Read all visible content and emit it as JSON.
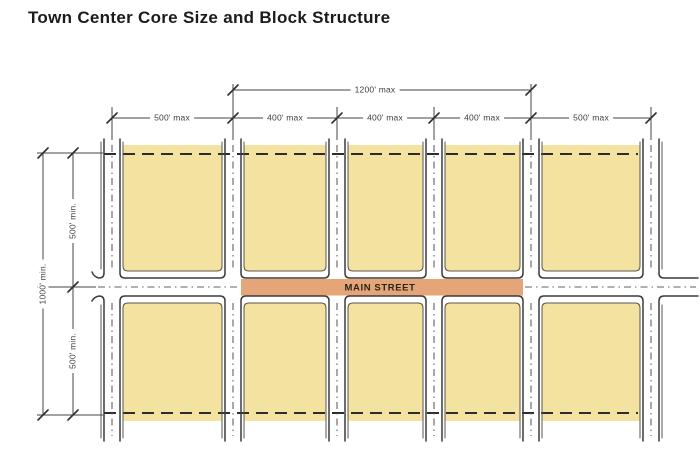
{
  "title": "Town Center Core Size and Block Structure",
  "main_street": {
    "label": "MAIN STREET"
  },
  "dimensions": {
    "overall_width": "1200' max",
    "block_widths": [
      "500' max",
      "400' max",
      "400' max",
      "400' max",
      "500' max"
    ],
    "overall_height": "1000' min.",
    "half_heights": [
      "500' min.",
      "500' min."
    ]
  },
  "colors": {
    "block_fill": "#F3E2A0",
    "main_street_fill": "#E4A678",
    "street_line": "#3B3B3B",
    "dashed_boundary": "#2D2D2D",
    "dimension_line": "#454545",
    "background": "#FFFFFF"
  }
}
